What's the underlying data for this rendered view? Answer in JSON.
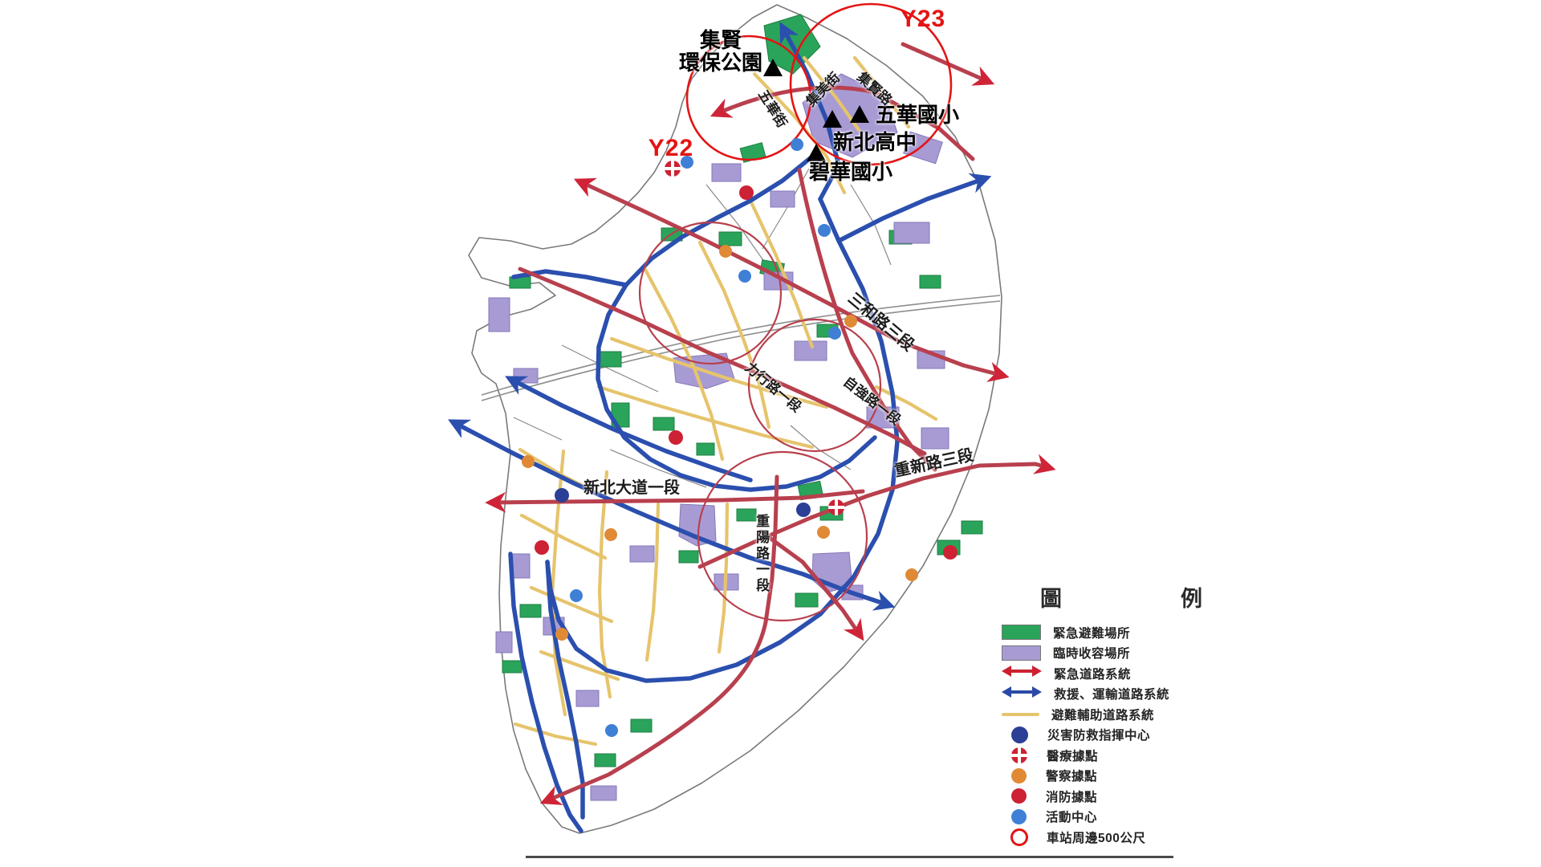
{
  "map": {
    "stations": {
      "y22": "Y22",
      "y23": "Y23"
    },
    "park": {
      "line1": "集賢",
      "line2": "環保公園"
    },
    "schools": {
      "wuhua": "五華國小",
      "xinbei": "新北高中",
      "bihua": "碧華國小"
    },
    "roads": {
      "wuhua_st": "五華街",
      "jimei_st": "集美街",
      "jixian_rd": "集賢路",
      "sanhe_rd": "三和路三段",
      "lixing_rd": "力行路一段",
      "ziqiang_rd": "自強路一段",
      "xinbei_blvd": "新北大道一段",
      "chongyang_rd": "重陽路一段",
      "chongxin_rd": "重新路三段"
    },
    "marker_colors": {
      "emergency_road": "#b8404e",
      "rescue_road": "#2b4fae",
      "support_road": "#e6c46c",
      "shelter_green": "#2aa45a",
      "shelter_purple": "#a89bd4",
      "station_ring": "#e41414"
    }
  },
  "legend": {
    "title_left": "圖",
    "title_right": "例",
    "items": [
      {
        "icon": "green-rect",
        "color": "#2aa45a",
        "label": "緊急避難場所"
      },
      {
        "icon": "purple-rect",
        "color": "#a89bd4",
        "label": "臨時收容場所"
      },
      {
        "icon": "red-arrow",
        "color": "#cc2130",
        "label": "緊急道路系統"
      },
      {
        "icon": "blue-arrow",
        "color": "#2b4aa8",
        "label": "救援、運輸道路系統"
      },
      {
        "icon": "yellow-line",
        "color": "#e6c46c",
        "label": "避難輔助道路系統"
      },
      {
        "icon": "dark-blue-dot",
        "color": "#2b3f96",
        "label": "災害防救指揮中心"
      },
      {
        "icon": "medical-cross",
        "color": "#cc2233",
        "label": "醫療據點"
      },
      {
        "icon": "orange-dot",
        "color": "#e08a35",
        "label": "警察據點"
      },
      {
        "icon": "red-dot",
        "color": "#cc2233",
        "label": "消防據點"
      },
      {
        "icon": "blue-dot",
        "color": "#3f7fd6",
        "label": "活動中心"
      },
      {
        "icon": "open-red-circle",
        "color": "#e41414",
        "label": "車站周邊500公尺"
      }
    ]
  }
}
